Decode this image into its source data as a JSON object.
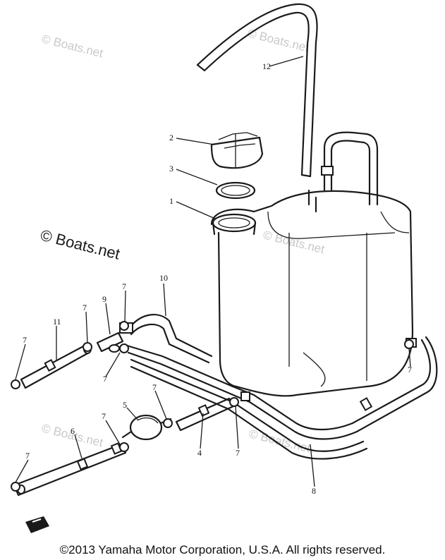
{
  "watermarks": {
    "top_left": "© Boats.net",
    "top_right": "© Boats.net",
    "middle_left": "© Boats.net",
    "tank_center": "© Boats.net",
    "lower_left": "© Boats.net",
    "lower_right": "© Boats.net"
  },
  "callouts": {
    "part_1": "1",
    "part_2": "2",
    "part_3": "3",
    "part_4": "4",
    "part_5": "5",
    "part_6": "6",
    "part_7a": "7",
    "part_7b": "7",
    "part_7c": "7",
    "part_7d": "7",
    "part_7e": "7",
    "part_7f": "7",
    "part_7g": "7",
    "part_7h": "7",
    "part_8": "8",
    "part_9": "9",
    "part_10": "10",
    "part_11": "11",
    "part_12": "12"
  },
  "copyright": "©2013 Yamaha Motor Corporation, U.S.A. All rights reserved."
}
